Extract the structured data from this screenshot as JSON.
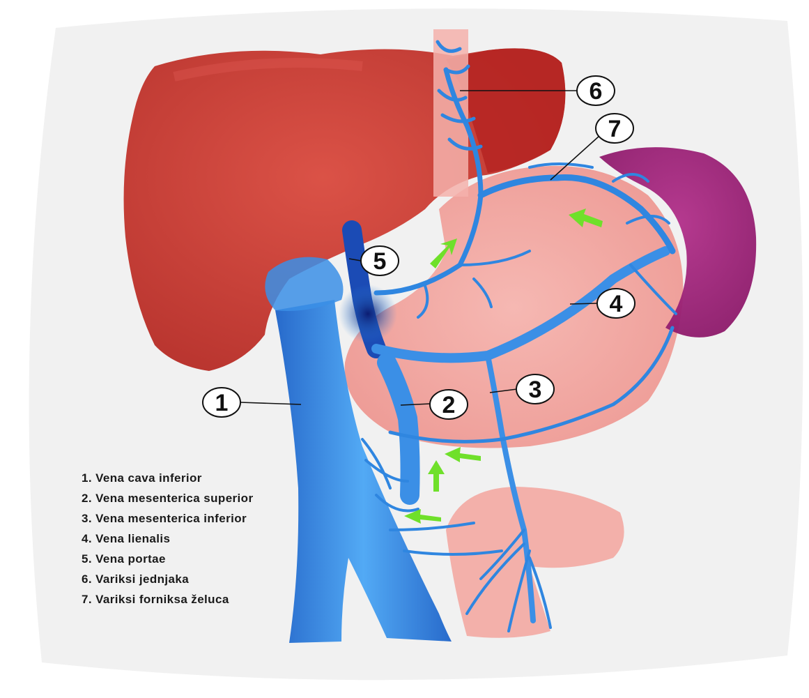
{
  "legend": [
    "1. Vena cava inferior",
    "2. Vena mesenterica superior",
    "3. Vena mesenterica inferior",
    "4. Vena lienalis",
    "5. Vena portae",
    "6. Variksi jednjaka",
    "7. Variksi forniksa želuca"
  ],
  "markers": {
    "m1": "1",
    "m2": "2",
    "m3": "3",
    "m4": "4",
    "m5": "5",
    "m6": "6",
    "m7": "7"
  },
  "colors": {
    "liver": "#c9322a",
    "spleen": "#a8237e",
    "stomach": "#f2a19b",
    "vein": "#2f86e0",
    "arrow": "#6fe02a",
    "background": "#f2f2f2"
  }
}
